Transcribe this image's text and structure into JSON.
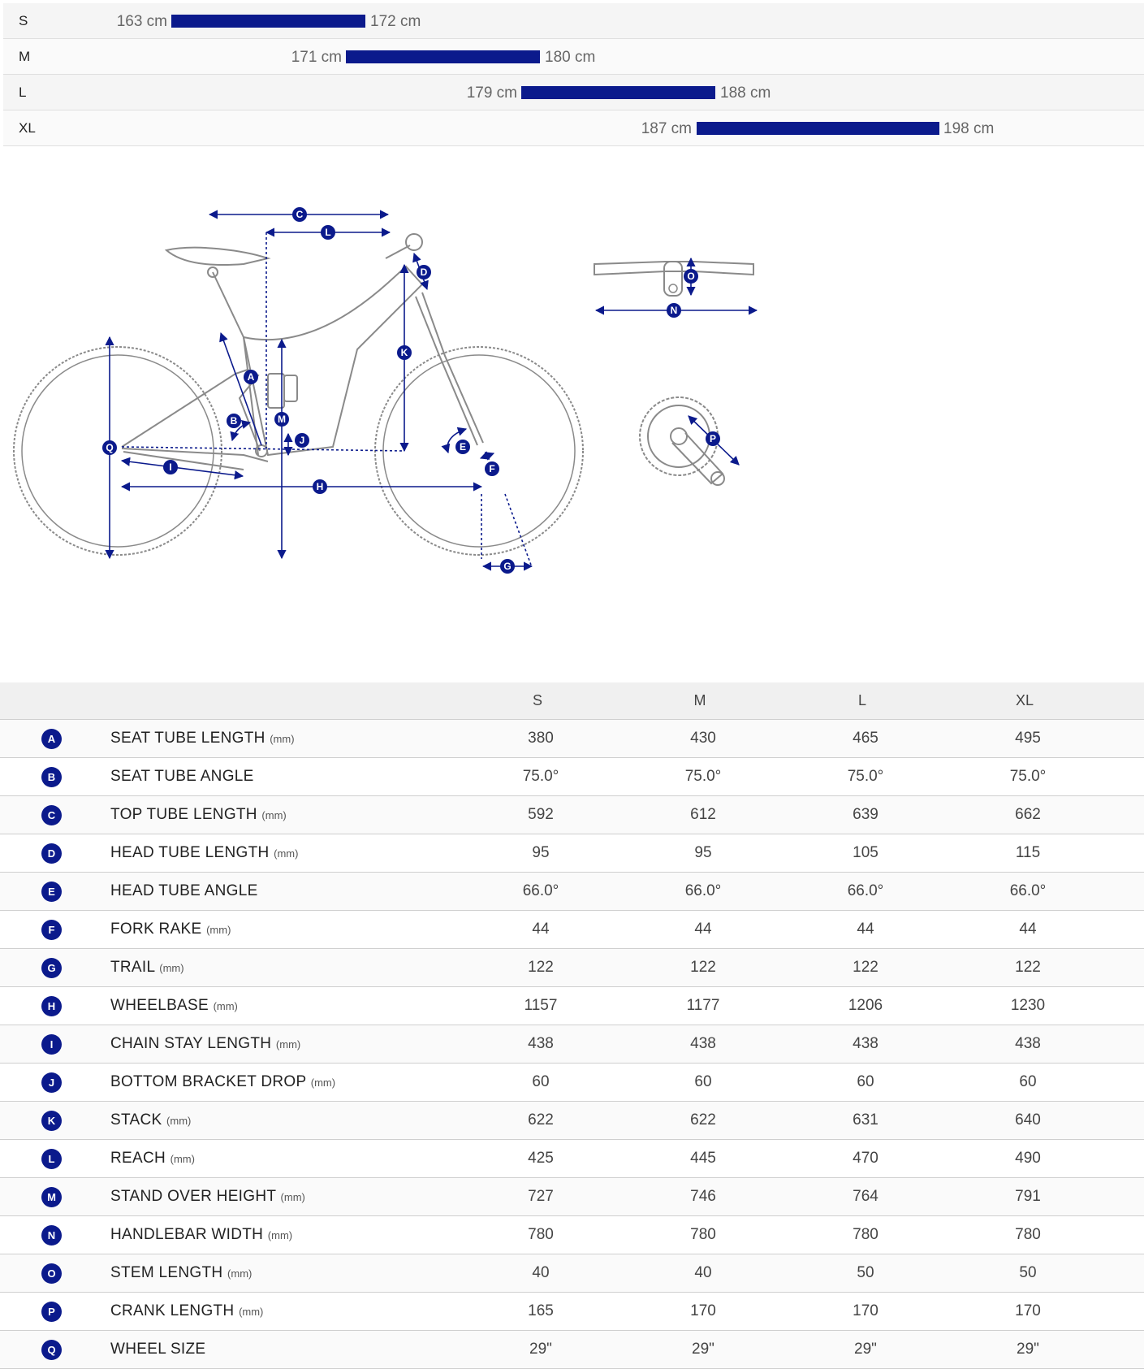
{
  "colors": {
    "accent": "#0b1a8c",
    "line": "#8a8a8a"
  },
  "size_chart": [
    {
      "size": "S",
      "min": "163 cm",
      "max": "172 cm"
    },
    {
      "size": "M",
      "min": "171 cm",
      "max": "180 cm"
    },
    {
      "size": "L",
      "min": "179 cm",
      "max": "188 cm"
    },
    {
      "size": "XL",
      "min": "187 cm",
      "max": "198 cm"
    }
  ],
  "diagram_markers": [
    "A",
    "B",
    "C",
    "D",
    "E",
    "F",
    "G",
    "H",
    "I",
    "J",
    "K",
    "L",
    "M",
    "N",
    "O",
    "P",
    "Q"
  ],
  "table": {
    "headers": [
      "S",
      "M",
      "L",
      "XL"
    ],
    "rows": [
      {
        "badge": "A",
        "name": "SEAT TUBE LENGTH",
        "unit": "(mm)",
        "values": [
          "380",
          "430",
          "465",
          "495"
        ]
      },
      {
        "badge": "B",
        "name": "SEAT TUBE ANGLE",
        "unit": "",
        "values": [
          "75.0°",
          "75.0°",
          "75.0°",
          "75.0°"
        ]
      },
      {
        "badge": "C",
        "name": "TOP TUBE LENGTH",
        "unit": "(mm)",
        "values": [
          "592",
          "612",
          "639",
          "662"
        ]
      },
      {
        "badge": "D",
        "name": "HEAD TUBE LENGTH",
        "unit": "(mm)",
        "values": [
          "95",
          "95",
          "105",
          "115"
        ]
      },
      {
        "badge": "E",
        "name": "HEAD TUBE ANGLE",
        "unit": "",
        "values": [
          "66.0°",
          "66.0°",
          "66.0°",
          "66.0°"
        ]
      },
      {
        "badge": "F",
        "name": "FORK RAKE",
        "unit": "(mm)",
        "values": [
          "44",
          "44",
          "44",
          "44"
        ]
      },
      {
        "badge": "G",
        "name": "TRAIL",
        "unit": "(mm)",
        "values": [
          "122",
          "122",
          "122",
          "122"
        ]
      },
      {
        "badge": "H",
        "name": "WHEELBASE",
        "unit": "(mm)",
        "values": [
          "1157",
          "1177",
          "1206",
          "1230"
        ]
      },
      {
        "badge": "I",
        "name": "CHAIN STAY LENGTH",
        "unit": "(mm)",
        "values": [
          "438",
          "438",
          "438",
          "438"
        ]
      },
      {
        "badge": "J",
        "name": "BOTTOM BRACKET DROP",
        "unit": "(mm)",
        "values": [
          "60",
          "60",
          "60",
          "60"
        ]
      },
      {
        "badge": "K",
        "name": "STACK",
        "unit": "(mm)",
        "values": [
          "622",
          "622",
          "631",
          "640"
        ]
      },
      {
        "badge": "L",
        "name": "REACH",
        "unit": "(mm)",
        "values": [
          "425",
          "445",
          "470",
          "490"
        ]
      },
      {
        "badge": "M",
        "name": "STAND OVER HEIGHT",
        "unit": "(mm)",
        "values": [
          "727",
          "746",
          "764",
          "791"
        ]
      },
      {
        "badge": "N",
        "name": "HANDLEBAR WIDTH",
        "unit": "(mm)",
        "values": [
          "780",
          "780",
          "780",
          "780"
        ]
      },
      {
        "badge": "O",
        "name": "STEM LENGTH",
        "unit": "(mm)",
        "values": [
          "40",
          "40",
          "50",
          "50"
        ]
      },
      {
        "badge": "P",
        "name": "CRANK LENGTH",
        "unit": "(mm)",
        "values": [
          "165",
          "170",
          "170",
          "170"
        ]
      },
      {
        "badge": "Q",
        "name": "WHEEL SIZE",
        "unit": "",
        "values": [
          "29\"",
          "29\"",
          "29\"",
          "29\""
        ]
      }
    ]
  }
}
